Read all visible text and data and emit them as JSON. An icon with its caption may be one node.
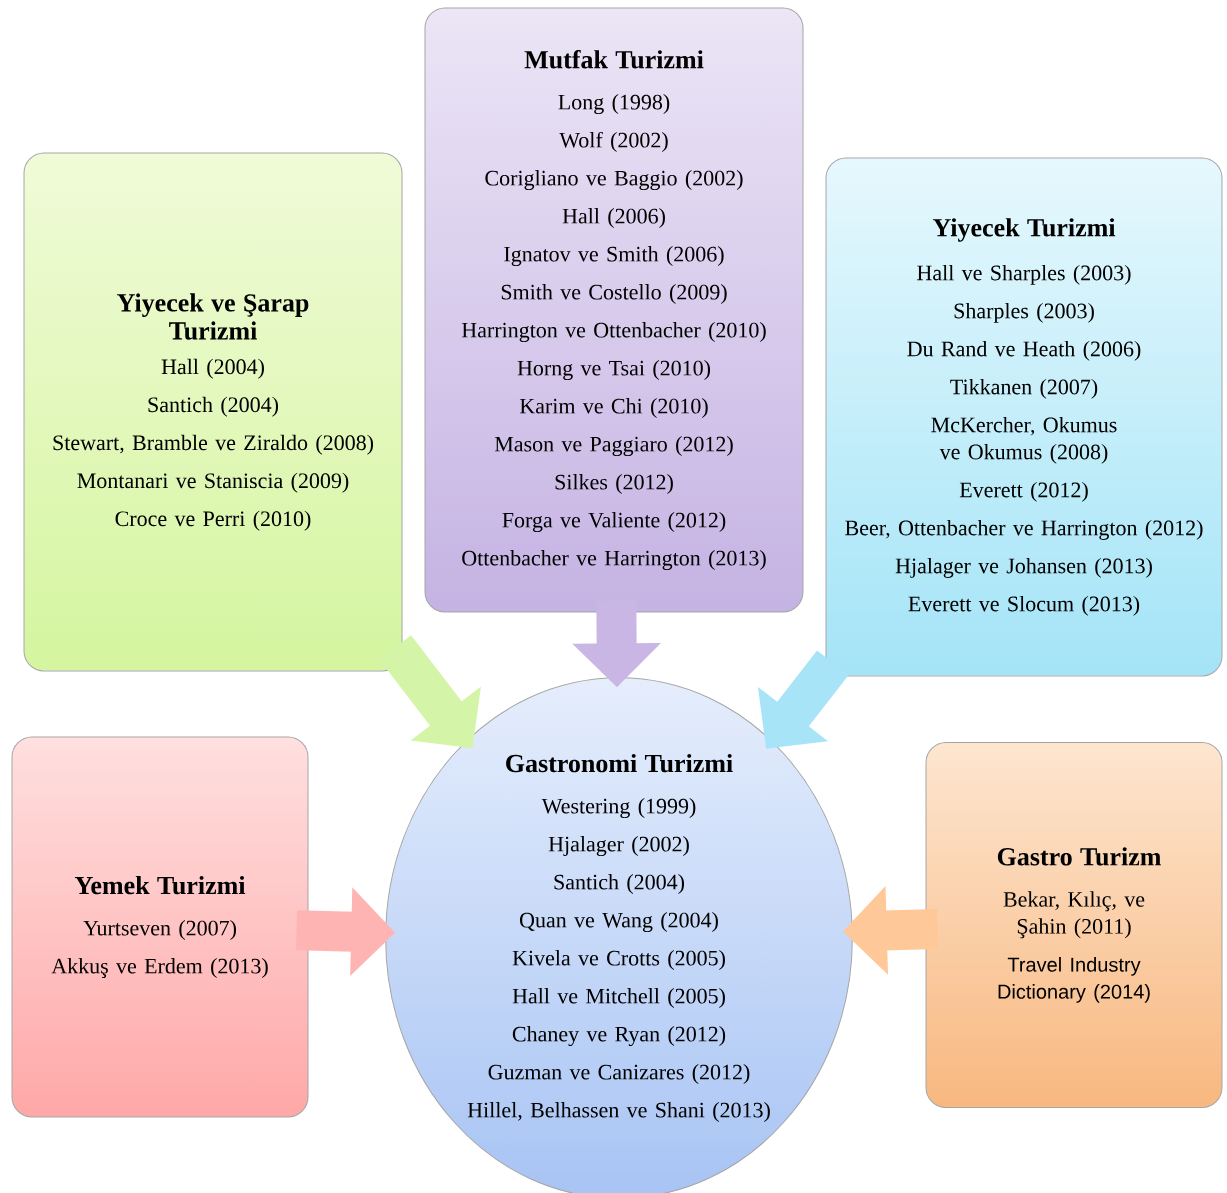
{
  "diagram": {
    "nodes": [
      {
        "text": [
          "Mutfak Turizmi",
          "Long (1998)",
          "Wolf (2002)",
          "Corigliano ve Baggio (2002)",
          "Hall (2006)",
          "Ignatov ve Smith (2006)",
          "Smith ve Costello (2009)",
          "Harrington ve Ottenbacher (2010)",
          "Horng ve Tsai (2010)",
          "Karim ve Chi (2010)",
          "Mason ve Paggiaro (2012)",
          "Silkes (2012)",
          "Forga ve Valiente (2012)",
          "Ottenbacher ve Harrington (2013)"
        ]
      },
      {
        "text": [
          "Yiyecek ve Şarap Turizmi",
          "Hall (2004)",
          "Santich (2004)",
          "Stewart, Bramble ve Ziraldo (2008)",
          "Montanari ve Staniscia (2009)",
          "Croce ve Perri (2010)"
        ]
      },
      {
        "text": [
          "Yiyecek Turizmi",
          "Hall ve Sharples (2003)",
          "Sharples (2003)",
          "Du Rand ve Heath (2006)",
          "Tikkanen (2007)",
          "McKercher, Okumus ve Okumus (2008)",
          "Everett (2012)",
          "Beer, Ottenbacher ve Harrington (2012)",
          "Hjalager ve Johansen (2013)",
          "Everett ve Slocum (2013)"
        ]
      },
      {
        "text": [
          "Yemek Turizmi",
          "Yurtseven (2007)",
          "Akkuş ve Erdem (2013)"
        ]
      },
      {
        "text": [
          "Gastronomi Turizmi",
          "Westering (1999)",
          "Hjalager (2002)",
          "Santich (2004)",
          "Quan ve Wang (2004)",
          "Kivela ve Crotts (2005)",
          "Hall ve Mitchell (2005)",
          "Chaney ve Ryan (2012)",
          "Guzman ve Canizares (2012)",
          "Hillel, Belhassen ve Shani (2013)"
        ]
      },
      {
        "text": [
          "Gastro Turizm",
          "Bekar, Kılıç, ve Şahin (2011)",
          "Travel Industry Dictionary (2014)"
        ]
      }
    ],
    "edges": [
      {
        "from": 0,
        "to": 4,
        "arrow": "to",
        "color": "#c9b6e4"
      },
      {
        "from": 1,
        "to": 4,
        "arrow": "to",
        "color": "#d4f5a8"
      },
      {
        "from": 2,
        "to": 4,
        "arrow": "to",
        "color": "#a8e4f8"
      },
      {
        "from": 3,
        "to": 4,
        "arrow": "to",
        "color": "#ffb4b4"
      },
      {
        "from": 5,
        "to": 4,
        "arrow": "to",
        "color": "#ffc898"
      }
    ]
  }
}
